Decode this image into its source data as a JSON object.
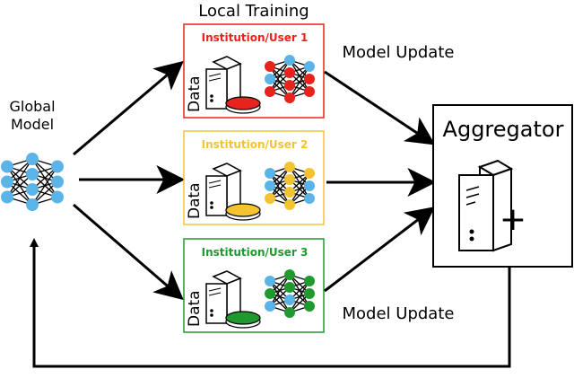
{
  "header": {
    "local_training": "Local Training"
  },
  "global_model": {
    "line1": "Global",
    "line2": "Model"
  },
  "aggregator": {
    "label": "Aggregator",
    "symbol": "+"
  },
  "updates": {
    "top": "Model Update",
    "bottom": "Model Update"
  },
  "institutions": [
    {
      "title": "Institution/User 1",
      "data_label": "Data",
      "color": "#e8221c",
      "node_colors": [
        "#e8221c",
        "#5ab4e8",
        "#e8221c",
        "#5ab4e8",
        "#e8221c",
        "#e8221c",
        "#e8221c",
        "#5ab4e8",
        "#e8221c",
        "#e8221c"
      ]
    },
    {
      "title": "Institution/User 2",
      "data_label": "Data",
      "color": "#f4c430",
      "node_colors": [
        "#5ab4e8",
        "#5ab4e8",
        "#f4c430",
        "#f4c430",
        "#f4c430",
        "#f4c430",
        "#f4c430",
        "#f4c430",
        "#5ab4e8",
        "#5ab4e8"
      ]
    },
    {
      "title": "Institution/User 3",
      "data_label": "Data",
      "color": "#1f9a2e",
      "node_colors": [
        "#5ab4e8",
        "#1f9a2e",
        "#5ab4e8",
        "#1f9a2e",
        "#1f9a2e",
        "#5ab4e8",
        "#1f9a2e",
        "#1f9a2e",
        "#1f9a2e",
        "#1f9a2e"
      ]
    }
  ],
  "colors": {
    "nn_blue": "#5ab4e8",
    "stroke": "#000000"
  }
}
